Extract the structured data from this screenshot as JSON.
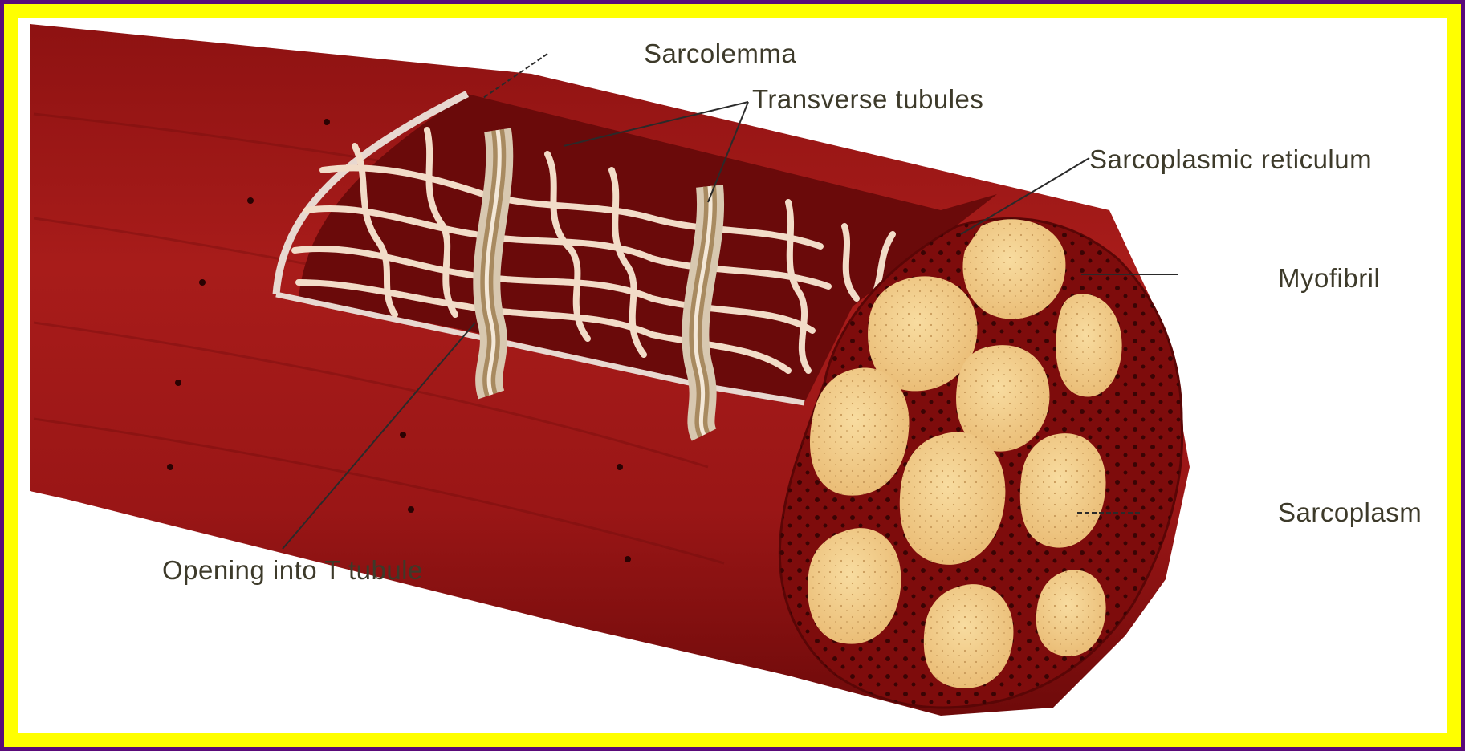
{
  "colors": {
    "frame": "#5a0a7a",
    "border": "#ffff00",
    "background": "#ffffff",
    "muscle": "#a11818",
    "muscle_dark": "#7a0c0c",
    "reticulum": "#f2dcc8",
    "myofibril": "#f0c880",
    "sarcoplasm": "#8a1010",
    "label_text": "#3d3a2a",
    "leader_line": "#2a2a2a"
  },
  "labels": {
    "sarcolemma": "Sarcolemma",
    "transverse_tubules": "Transverse tubules",
    "sarcoplasmic_reticulum": "Sarcoplasmic reticulum",
    "myofibril": "Myofibril",
    "sarcoplasm": "Sarcoplasm",
    "opening_into_t_tubule": "Opening into T tubule"
  }
}
